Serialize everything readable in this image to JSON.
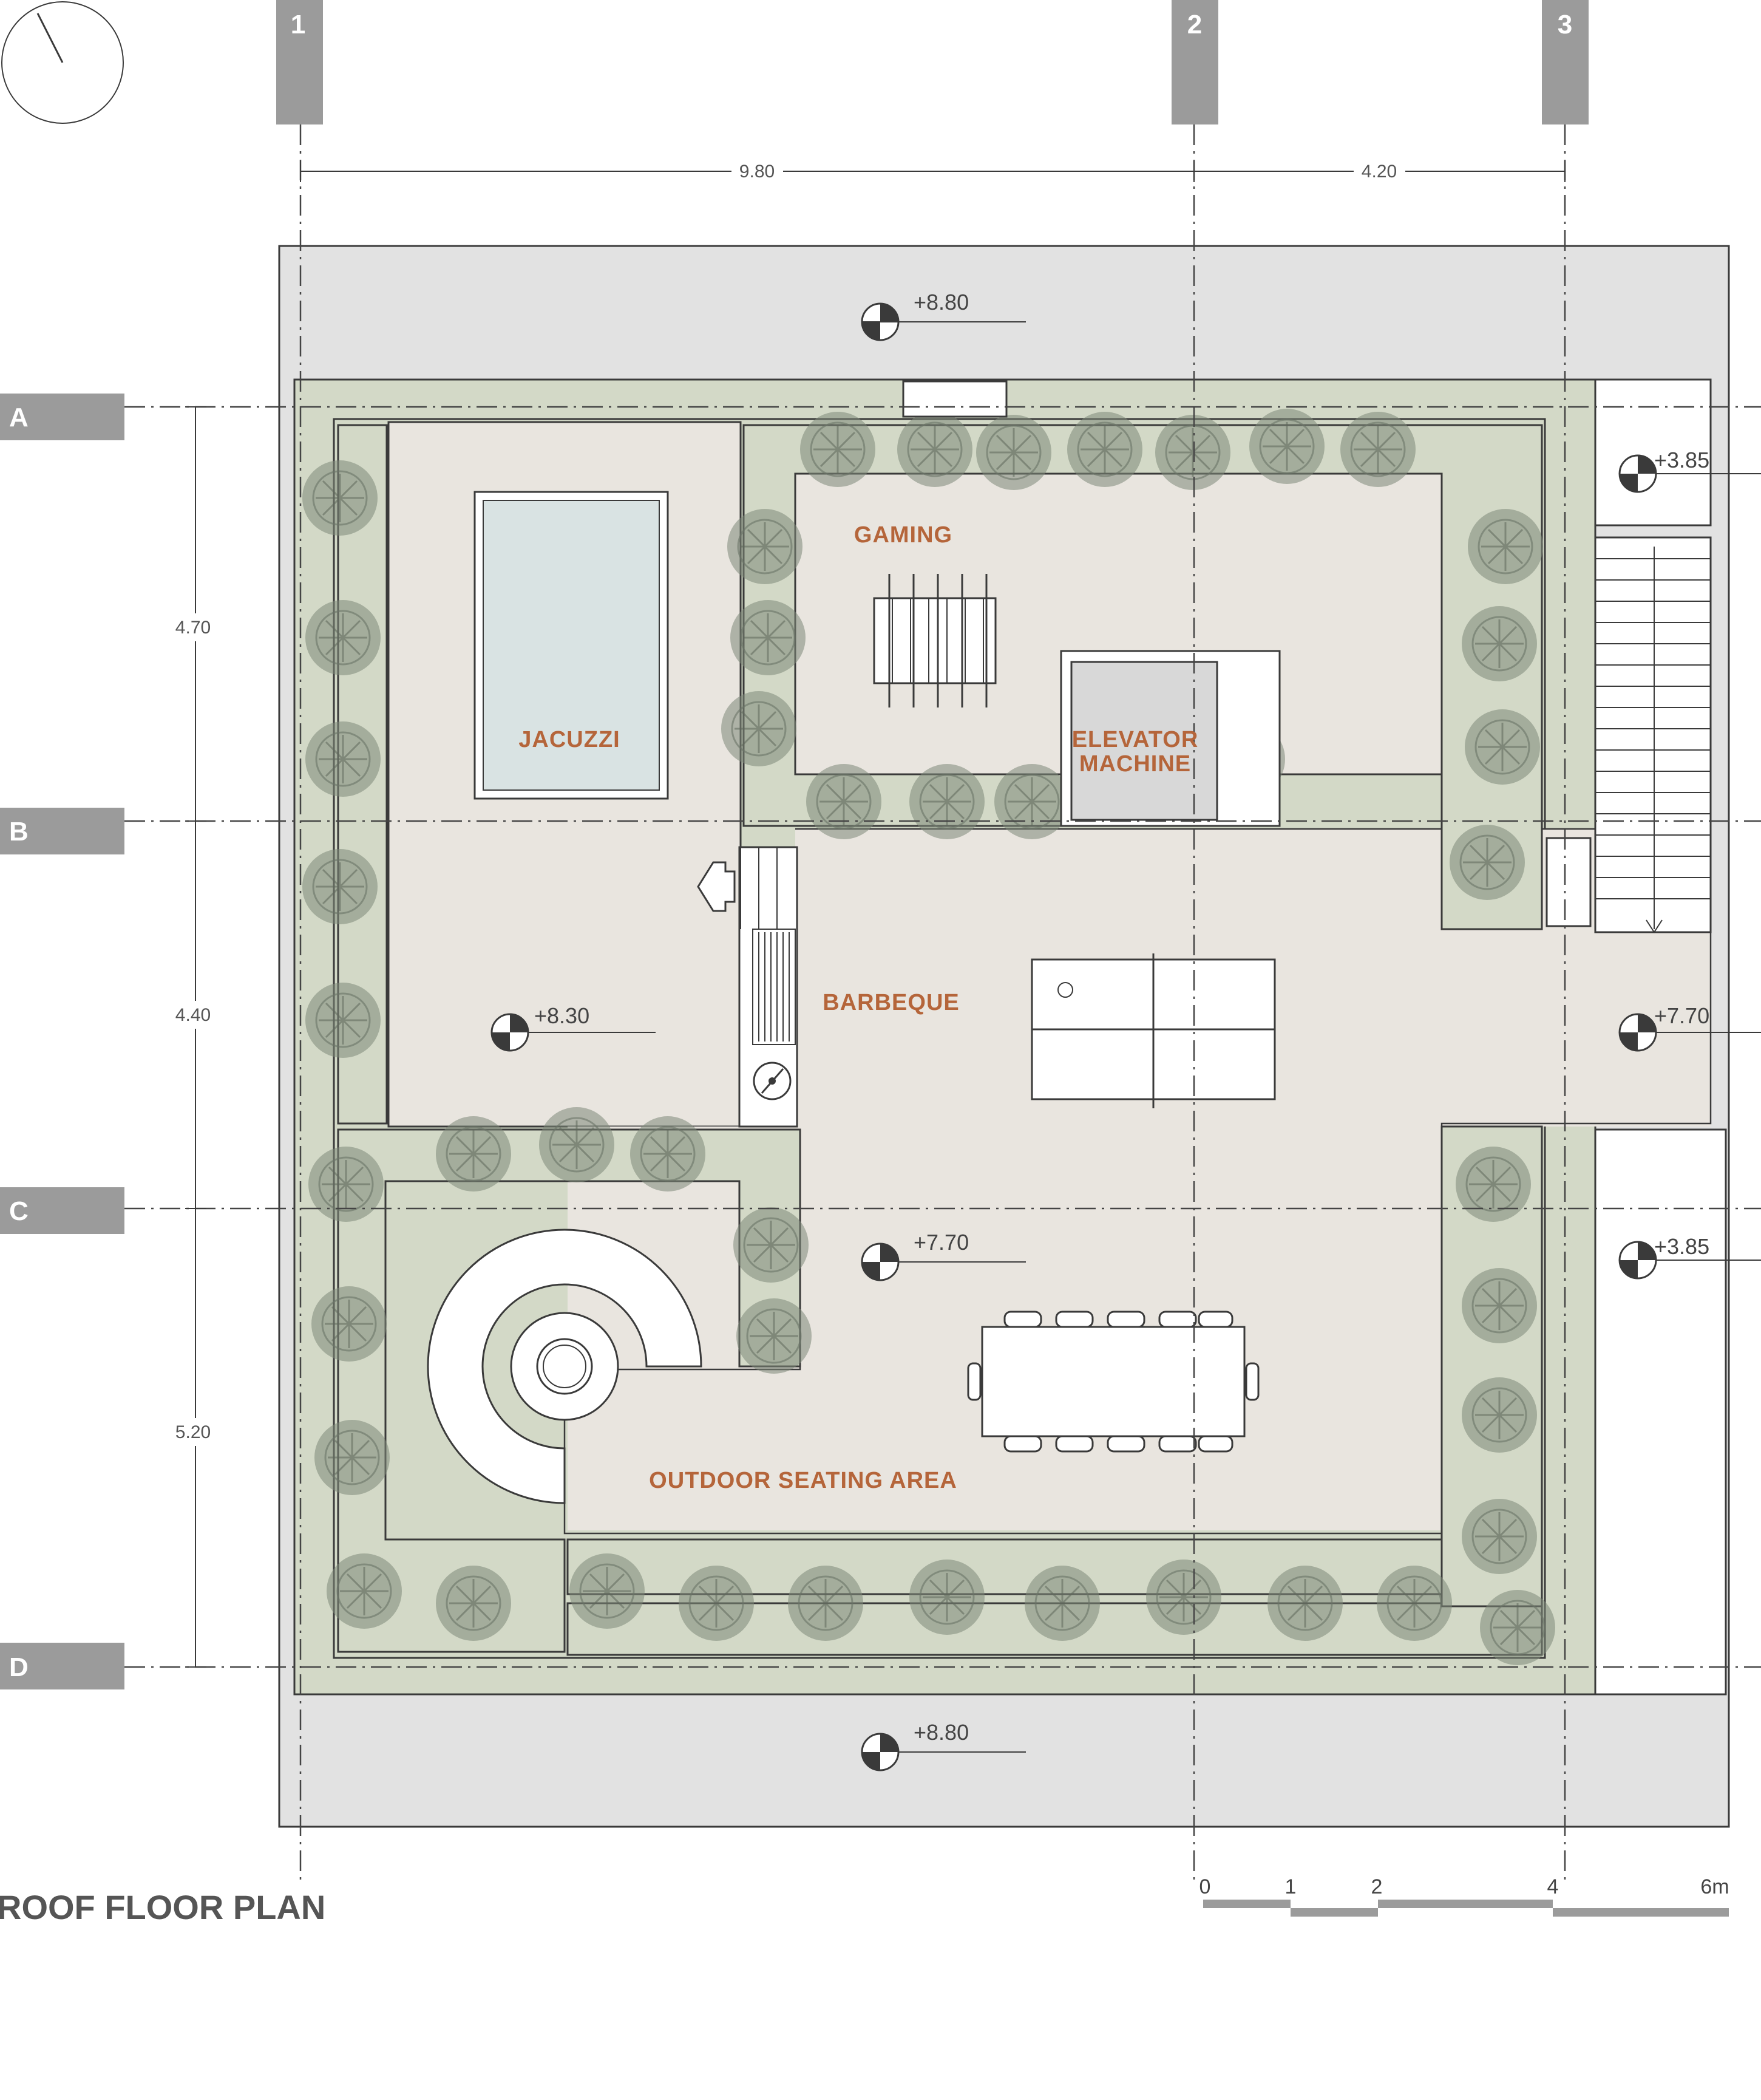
{
  "title": "ROOF FLOOR PLAN",
  "grid_columns": [
    {
      "label": "1"
    },
    {
      "label": "2"
    },
    {
      "label": "3"
    }
  ],
  "grid_rows": [
    {
      "label": "A"
    },
    {
      "label": "B"
    },
    {
      "label": "C"
    },
    {
      "label": "D"
    }
  ],
  "dimensions_horizontal": [
    "9.80",
    "4.20"
  ],
  "dimensions_vertical": [
    "4.70",
    "4.40",
    "5.20"
  ],
  "rooms": {
    "gaming": "GAMING",
    "jacuzzi": "JACUZZI",
    "elevator_line1": "ELEVATOR",
    "elevator_line2": "MACHINE",
    "barbeque": "BARBEQUE",
    "outdoor": "OUTDOOR SEATING AREA"
  },
  "levels": {
    "top": "+8.80",
    "bottom": "+8.80",
    "jacuzzi_area": "+8.30",
    "seating_area": "+7.70",
    "right_mid": "+7.70",
    "right_top": "+3.85",
    "right_bottom": "+3.85"
  },
  "scale_bar": {
    "labels": [
      "0",
      "1",
      "2",
      "4",
      "6m"
    ]
  },
  "colors": {
    "planter": "#d3d9c7",
    "tree": "#7d8878",
    "floor": "#e9e5df",
    "roof_slab": "#e2e2e2",
    "pool": "#d9e3e3",
    "grid_tag": "#9b9b9b",
    "label": "#b5653a"
  }
}
